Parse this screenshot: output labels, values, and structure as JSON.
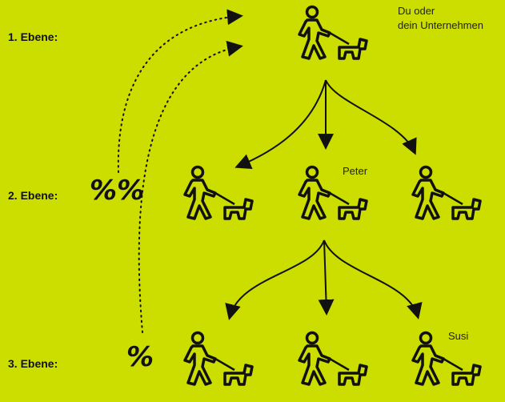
{
  "levels": [
    {
      "label": "1. Ebene:"
    },
    {
      "label": "2. Ebene:"
    },
    {
      "label": "3. Ebene:"
    }
  ],
  "labels": {
    "top_person": "Du oder",
    "top_person_line2": "dein Unternehmen",
    "level2_center": "Peter",
    "level3_right": "Susi"
  },
  "commission": {
    "level2": "%%",
    "level3": "%"
  },
  "icons": {
    "person": "person-walking-dog-icon"
  },
  "colors": {
    "background": "#ccdd00",
    "ink": "#111111"
  }
}
